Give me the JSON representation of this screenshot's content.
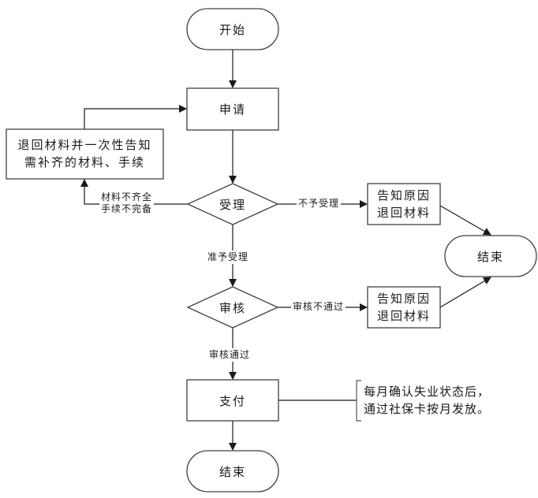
{
  "diagram": {
    "type": "flowchart",
    "nodes": {
      "start": {
        "kind": "terminator",
        "label": "开始"
      },
      "apply": {
        "kind": "process",
        "label": "申请"
      },
      "return_materials": {
        "kind": "process",
        "lines": [
          "退回材料并一次性告知",
          "需补齐的材料、手续"
        ]
      },
      "accept": {
        "kind": "decision",
        "label": "受理"
      },
      "notify_reject_1": {
        "kind": "process",
        "lines": [
          "告知原因",
          "退回材料"
        ]
      },
      "end_right": {
        "kind": "terminator",
        "label": "结束"
      },
      "review": {
        "kind": "decision",
        "label": "审核"
      },
      "notify_reject_2": {
        "kind": "process",
        "lines": [
          "告知原因",
          "退回材料"
        ]
      },
      "pay": {
        "kind": "process",
        "label": "支付"
      },
      "end_bottom": {
        "kind": "terminator",
        "label": "结束"
      },
      "pay_note": {
        "kind": "annotation",
        "lines": [
          "每月确认失业状态后，",
          "通过社保卡按月发放。"
        ]
      }
    },
    "edges": [
      {
        "from": "start",
        "to": "apply",
        "label": ""
      },
      {
        "from": "apply",
        "to": "accept",
        "label": ""
      },
      {
        "from": "accept",
        "to": "return_materials",
        "lines": [
          "材料不齐全",
          "手续不完备"
        ]
      },
      {
        "from": "return_materials",
        "to": "apply",
        "label": ""
      },
      {
        "from": "accept",
        "to": "notify_reject_1",
        "label": "不予受理"
      },
      {
        "from": "accept",
        "to": "review",
        "label": "准予受理"
      },
      {
        "from": "notify_reject_1",
        "to": "end_right",
        "label": ""
      },
      {
        "from": "review",
        "to": "notify_reject_2",
        "label": "审核不通过"
      },
      {
        "from": "notify_reject_2",
        "to": "end_right",
        "label": ""
      },
      {
        "from": "review",
        "to": "pay",
        "label": "审核通过"
      },
      {
        "from": "pay",
        "to": "end_bottom",
        "label": ""
      },
      {
        "from": "pay",
        "to": "pay_note",
        "label": ""
      }
    ]
  },
  "colors": {
    "stroke": "#404040",
    "line": "#1a1a1a",
    "background": "#ffffff"
  }
}
